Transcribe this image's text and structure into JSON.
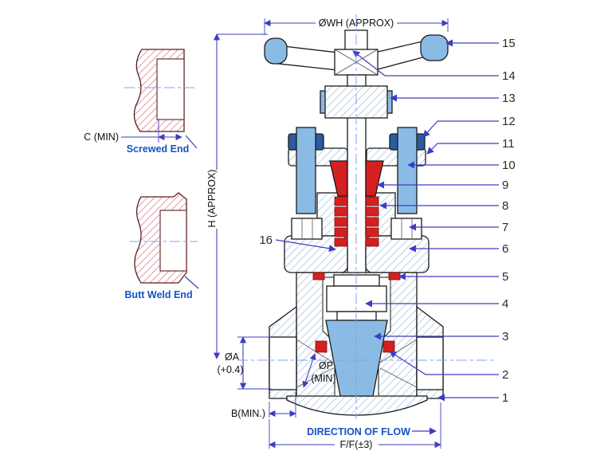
{
  "callouts": [
    "1",
    "2",
    "3",
    "4",
    "5",
    "6",
    "7",
    "8",
    "9",
    "10",
    "11",
    "12",
    "13",
    "14",
    "15",
    "16"
  ],
  "dimensions": {
    "wheel_dia": "ØWH (APPROX)",
    "height": "H (APPROX)",
    "c_min": "C (MIN)",
    "bore_a": "ØA",
    "bore_a_tol": "(+0.4)",
    "port_p": "ØP",
    "port_p_min": "(MIN)",
    "b_min": "B(MIN.)",
    "face_to_face": "F/F(±3)"
  },
  "labels": {
    "screwed_end": "Screwed End",
    "butt_weld_end": "Butt Weld End",
    "direction_of_flow": "DIRECTION OF FLOW"
  },
  "colors": {
    "leader_blue": "#3d3dc0",
    "centerline_blue": "#7fa3ec",
    "metal_hatch_blue": "#a3c3e0",
    "part_blue": "#8abbe4",
    "part_blue_dark": "#2a5ca0",
    "part_red": "#d42020",
    "end_section_hatch_red": "#d9808f",
    "label_blue": "#1553c9",
    "outline": "#1b1b1b"
  }
}
